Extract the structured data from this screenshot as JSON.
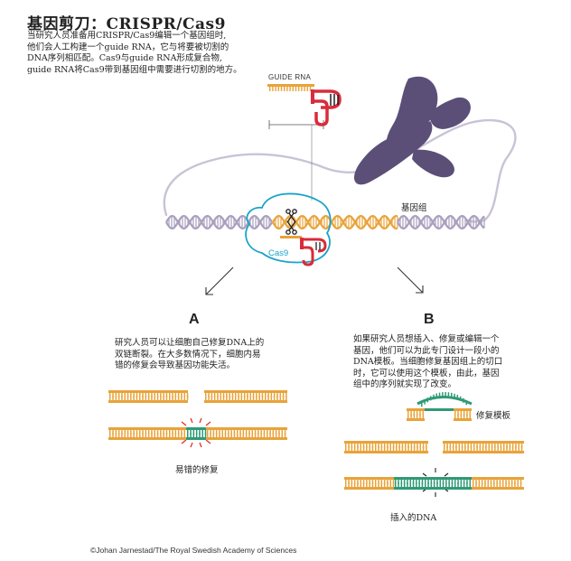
{
  "title": "基因剪刀：CRISPR/Cas9",
  "intro_lines": [
    "当研究人员准备用CRISPR/Cas9编辑一个基因组时,",
    "他们会人工构建一个guide RNA，它与将要被切割的",
    "DNA序列相匹配。Cas9与guide RNA形成复合物,",
    "guide RNA将Cas9带到基因组中需要进行切割的地方。"
  ],
  "labels": {
    "guide_rna": "GUIDE RNA",
    "genome": "基因组",
    "cas9": "Cas9"
  },
  "panel_a": {
    "letter": "A",
    "text_lines": [
      "研究人员可以让细胞自己修复DNA上的",
      "双链断裂。在大多数情况下，细胞内易",
      "错的修复会导致基因功能失活。"
    ],
    "caption": "易错的修复"
  },
  "panel_b": {
    "letter": "B",
    "text_lines": [
      "如果研究人员想插入、修复或编辑一个",
      "基因，他们可以为此专门设计一段小的",
      "DNA模板。当细胞修复基因组上的切口",
      "时，它可以使用这个模板，由此，基因",
      "组中的序列就实现了改变。"
    ],
    "template_label": "修复模板",
    "caption": "插入的DNA"
  },
  "credit": "©Johan Jarnestad/The Royal Swedish Academy of Sciences",
  "colors": {
    "dna_orange": "#e8a33a",
    "dna_gray": "#a99fbd",
    "chromosome": "#5b4f78",
    "rna_red": "#d92b3a",
    "cas9_blue": "#1aa3c9",
    "template_green": "#2f9a76",
    "cut_red": "#e0302f"
  }
}
